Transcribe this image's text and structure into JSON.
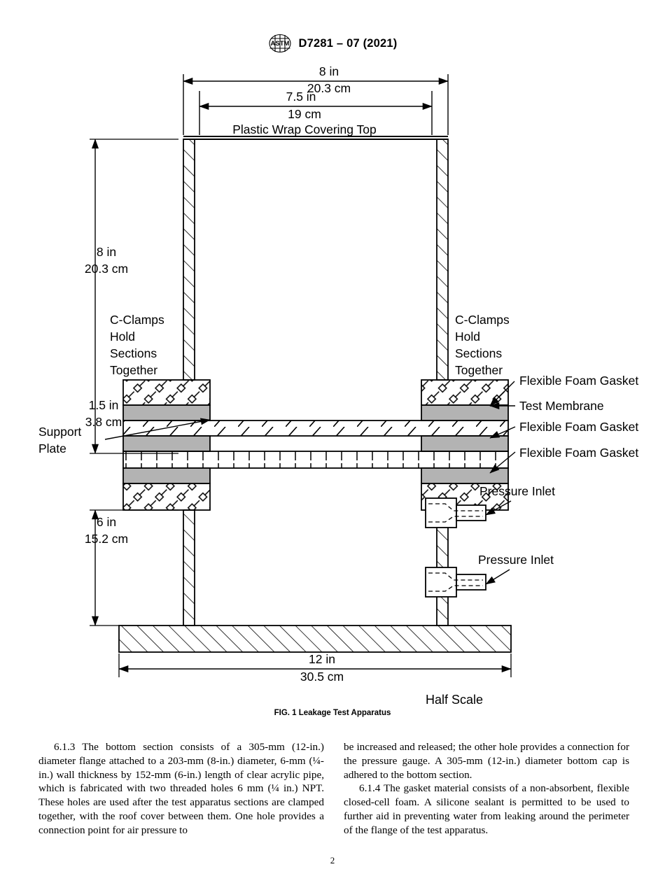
{
  "header": {
    "logo_icon": "astm-logo-icon",
    "designation": "D7281 – 07 (2021)"
  },
  "figure": {
    "caption": "FIG. 1 Leakage Test Apparatus",
    "scale_note": "Half Scale",
    "dimensions": {
      "top_outer_in": "8 in",
      "top_outer_cm": "20.3 cm",
      "top_inner_in": "7.5 in",
      "top_inner_cm": "19 cm",
      "left_upper_in": "8 in",
      "left_upper_cm": "20.3 cm",
      "left_mid_in": "1.5 in",
      "left_mid_cm": "3.8 cm",
      "left_lower_in": "6 in",
      "left_lower_cm": "15.2 cm",
      "bottom_in": "12 in",
      "bottom_cm": "30.5 cm"
    },
    "labels": {
      "plastic_wrap": "Plastic Wrap Covering Top",
      "clamps_left": [
        "C-Clamps",
        "Hold",
        "Sections",
        "Together"
      ],
      "clamps_right": [
        "C-Clamps",
        "Hold",
        "Sections",
        "Together"
      ],
      "support_plate": [
        "Support",
        "Plate"
      ],
      "gasket_top": "Flexible Foam Gasket",
      "test_membrane": "Test Membrane",
      "gasket_mid": "Flexible Foam Gasket",
      "gasket_bottom": "Flexible Foam Gasket",
      "pressure_inlet_upper": "Pressure Inlet",
      "pressure_inlet_lower": "Pressure Inlet"
    },
    "colors": {
      "line": "#000000",
      "gasket_fill": "#b3b3b3",
      "background": "#ffffff"
    }
  },
  "body": {
    "left_column": [
      "6.1.3 The bottom section consists of a 305-mm (12-in.) diameter flange attached to a 203-mm (8-in.) diameter, 6-mm (¼-in.) wall thickness by 152-mm (6-in.) length of clear acrylic pipe, which is fabricated with two threaded holes 6 mm (¼ in.) NPT. These holes are used after the test apparatus sections are clamped together, with the roof cover between them. One hole provides a connection point for air pressure to"
    ],
    "right_column": [
      "be increased and released; the other hole provides a connection for the pressure gauge. A 305-mm (12-in.) diameter bottom cap is adhered to the bottom section.",
      "6.1.4 The gasket material consists of a non-absorbent, flexible closed-cell foam. A silicone sealant is permitted to be used to further aid in preventing water from leaking around the perimeter of the flange of the test apparatus."
    ]
  },
  "footer": {
    "page_number": "2"
  }
}
